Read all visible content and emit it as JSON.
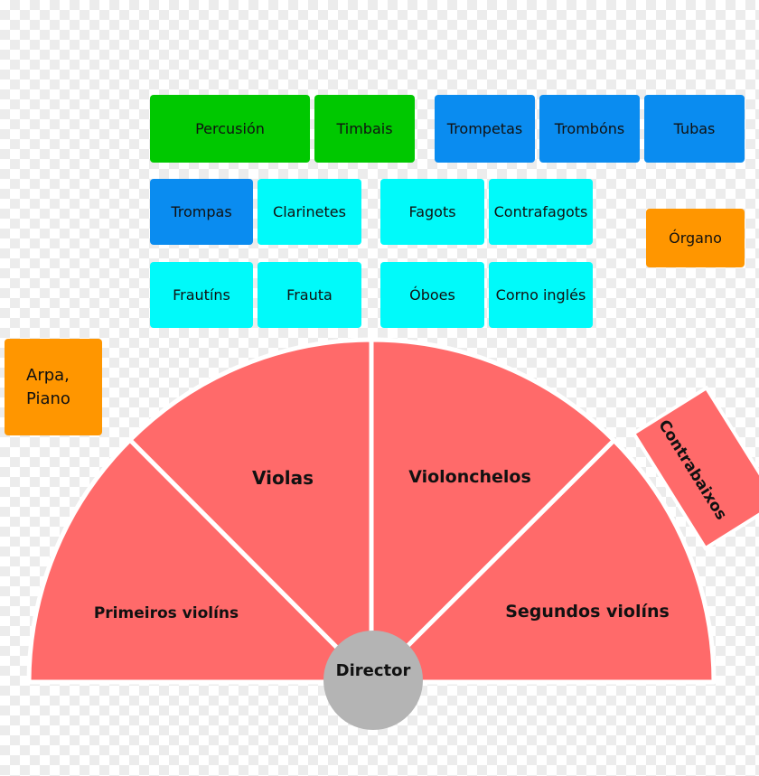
{
  "colors": {
    "percussion": "#00c800",
    "brass": "#0a8cf0",
    "woodwind": "#00fafa",
    "keyboard": "#ff9600",
    "strings": "#ff6a6a",
    "conductor": "#b4b4b4"
  },
  "boxes": {
    "percusion": "Percusión",
    "timbais": "Timbais",
    "trompetas": "Trompetas",
    "trombons": "Trombóns",
    "tubas": "Tubas",
    "trompas": "Trompas",
    "clarinetes": "Clarinetes",
    "fagots": "Fagots",
    "contrafagots": "Contrafagots",
    "organo": "Órgano",
    "frautins": "Frautíns",
    "frauta": "Frauta",
    "oboes": "Óboes",
    "corno_ingles": "Corno inglés",
    "arpa_line1": "Arpa,",
    "arpa_line2": "Piano"
  },
  "strings": {
    "primeiros": "Primeiros violíns",
    "violas": "Violas",
    "violonchelos": "Violonchelos",
    "segundos": "Segundos violíns",
    "contrabaixos": "Contrabaixos"
  },
  "conductor": "Director"
}
